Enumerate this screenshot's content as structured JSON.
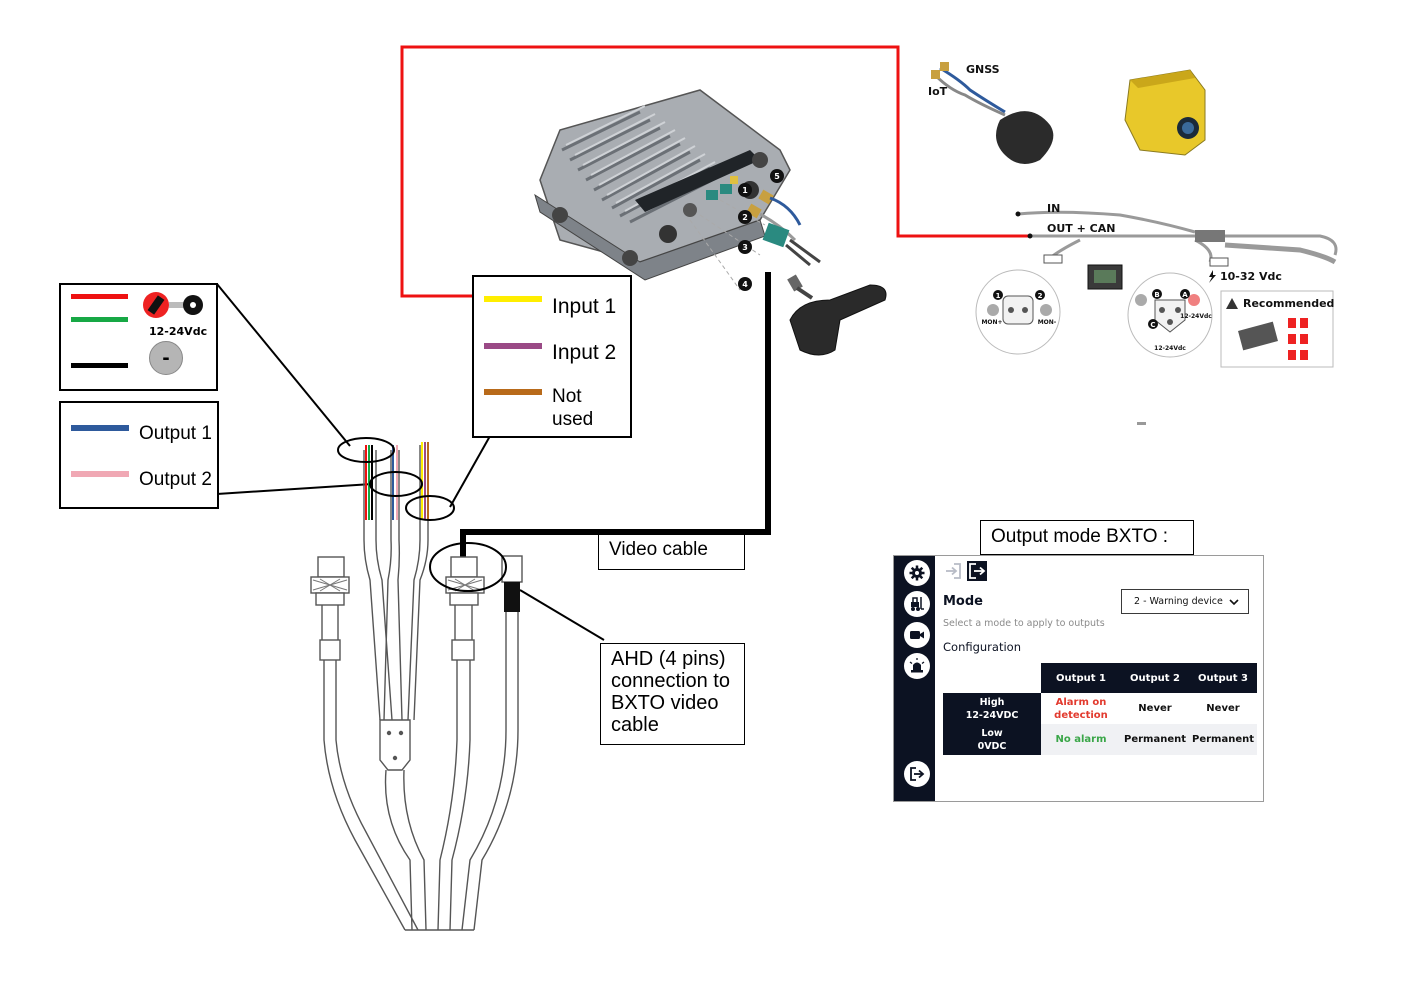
{
  "legend_power": {
    "wires": [
      {
        "color_name": "red",
        "hex": "#ee1111"
      },
      {
        "color_name": "green",
        "hex": "#17a845"
      },
      {
        "color_name": "black",
        "hex": "#000000"
      }
    ],
    "voltage_label": "12-24Vdc",
    "key_icon": "ignition-key-icon",
    "minus_icon": "ground-minus-icon",
    "minus_symbol": "-"
  },
  "legend_outputs": {
    "items": [
      {
        "label": "Output 1",
        "hex": "#2e5a9c"
      },
      {
        "label": "Output 2",
        "hex": "#f0a8b4"
      }
    ]
  },
  "legend_inputs": {
    "items": [
      {
        "label": "Input 1",
        "hex": "#ffee00"
      },
      {
        "label": "Input 2",
        "hex": "#9a4a86"
      },
      {
        "label": "Not used",
        "hex": "#b86a1a"
      }
    ]
  },
  "callouts": {
    "video_cable": "Video cable",
    "ahd": "AHD (4 pins) connection to BXTO video cable",
    "output_mode_title": "Output mode BXTO :"
  },
  "harness_labels": {
    "gnss": "GNSS",
    "iot": "IoT",
    "in": "IN",
    "out_can": "OUT + CAN",
    "supply": "10-32 Vdc",
    "recommended": "Recommended",
    "mon_plus": "MON+",
    "mon_minus": "MON-",
    "pin1": "1",
    "pin2": "2",
    "pin_a": "A",
    "pin_b": "B",
    "pin_c": "C",
    "v12_24": "12-24Vdc",
    "numbers": [
      "1",
      "2",
      "3",
      "4",
      "5"
    ]
  },
  "panel": {
    "mode_title": "Mode",
    "mode_hint": "Select a mode to apply to outputs",
    "mode_select_value": "2 - Warning device",
    "configuration_title": "Configuration",
    "rail_icons": [
      "gear-icon",
      "forklift-icon",
      "camera-icon",
      "beacon-icon",
      "logout-icon"
    ],
    "columns": [
      "Output 1",
      "Output 2",
      "Output 3"
    ],
    "rows": [
      {
        "h1": "High",
        "h2": "12-24VDC",
        "cells": [
          "Alarm on detection",
          "Never",
          "Never"
        ]
      },
      {
        "h1": "Low",
        "h2": "0VDC",
        "cells": [
          "No alarm",
          "Permanent",
          "Permanent"
        ]
      }
    ],
    "colors": {
      "dark": "#0c1222",
      "alarm": "#e23a2e",
      "ok": "#3aa648"
    }
  }
}
